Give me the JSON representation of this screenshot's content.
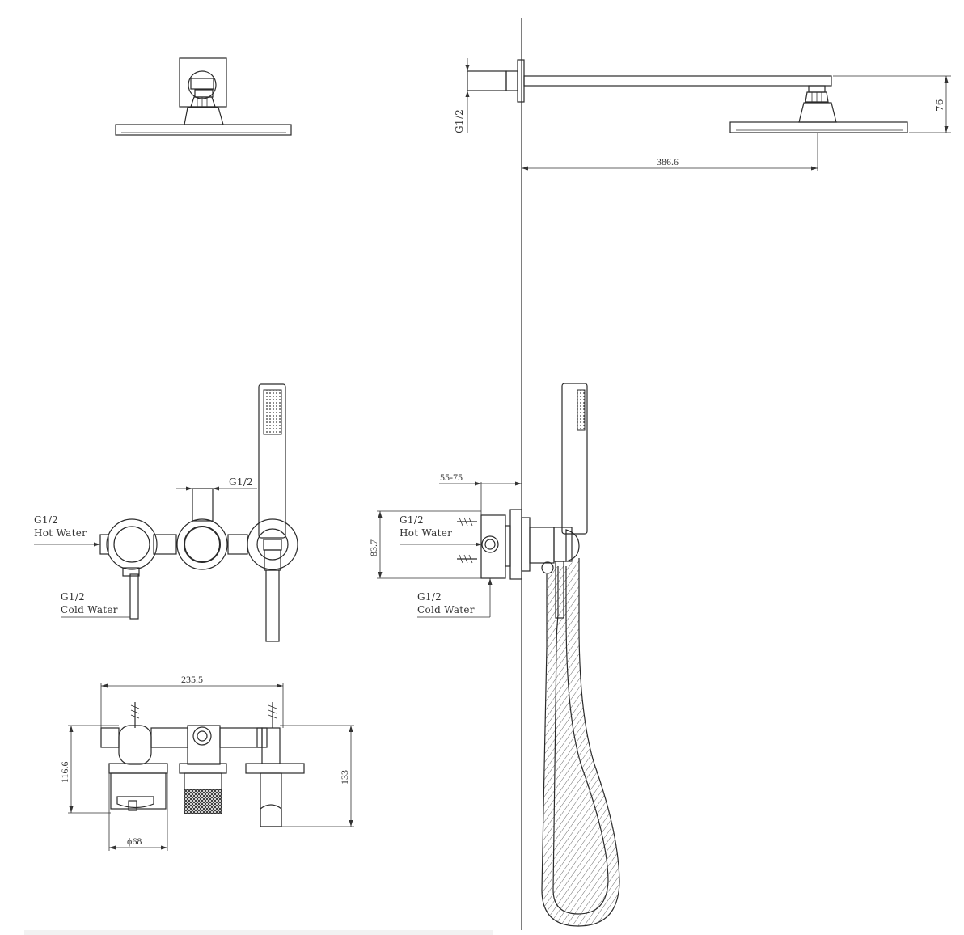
{
  "front_view": {
    "g12_label": "G1/2",
    "hot_label_1": "G1/2",
    "hot_label_2": "Hot Water",
    "cold_label_1": "G1/2",
    "cold_label_2": "Cold Water"
  },
  "side_view": {
    "arm_g12": "G1/2",
    "height_76": "76",
    "reach_386": "386.6",
    "depth_55_75": "55-75",
    "height_83_7": "83.7",
    "hot_label_1": "G1/2",
    "hot_label_2": "Hot Water",
    "cold_label_1": "G1/2",
    "cold_label_2": "Cold Water"
  },
  "top_view": {
    "width_235": "235.5",
    "height_116": "116.6",
    "height_133": "133",
    "diameter_68": "ϕ68"
  }
}
